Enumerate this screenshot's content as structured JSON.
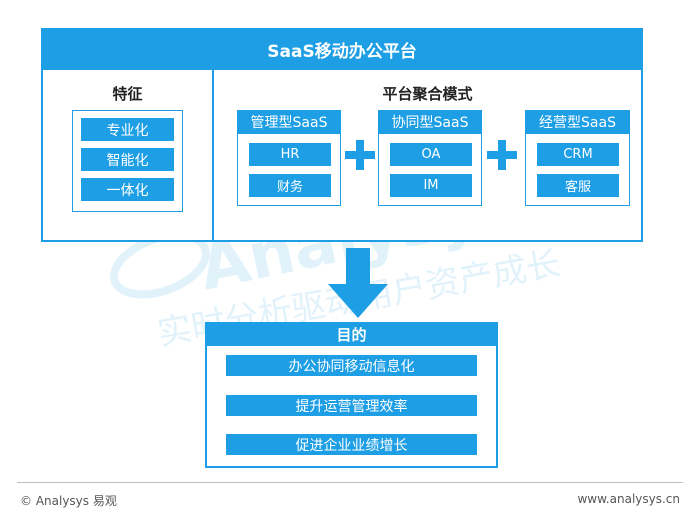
{
  "platform": {
    "title": "SaaS移动办公平台"
  },
  "features": {
    "heading": "特征",
    "items": [
      "专业化",
      "智能化",
      "一体化"
    ]
  },
  "modes": {
    "heading": "平台聚合模式",
    "groups": [
      {
        "title": "管理型SaaS",
        "items": [
          "HR",
          "财务"
        ]
      },
      {
        "title": "协同型SaaS",
        "items": [
          "OA",
          "IM"
        ]
      },
      {
        "title": "经营型SaaS",
        "items": [
          "CRM",
          "客服"
        ]
      }
    ]
  },
  "goal": {
    "heading": "目的",
    "items": [
      "办公协同移动信息化",
      "提升运营管理效率",
      "促进企业业绩增长"
    ]
  },
  "watermark": {
    "brand": "Analysys 易观",
    "slogan": "实时分析驱动用户资产成长"
  },
  "footer": {
    "copyright": "© Analysys 易观",
    "url": "www.analysys.cn"
  },
  "colors": {
    "accent": "#1e9ee4",
    "footer_line": "#bfbfbf",
    "footer_text": "#555555"
  }
}
